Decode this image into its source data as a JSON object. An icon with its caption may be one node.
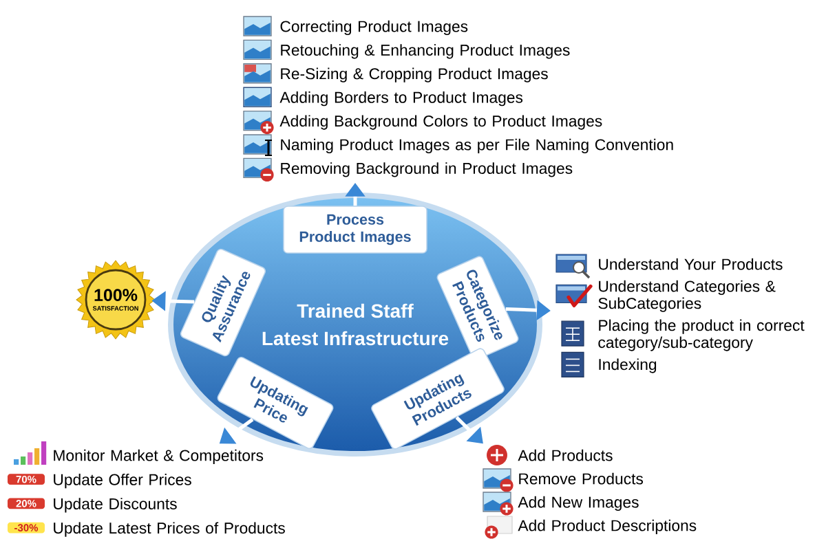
{
  "diagram": {
    "nodes": [
      {
        "text": [
          "Correcting Product Images",
          "Retouching & Enhancing Product Images",
          "Re-Sizing & Cropping Product Images",
          "Adding Borders to Product Images",
          "Adding Background Colors to Product Images",
          "Naming Product Images as per File Naming Convention",
          "Removing Background in Product Images"
        ]
      },
      {
        "text": [
          "Trained Staff",
          "Latest Infrastructure"
        ]
      },
      {
        "text": [
          "Process Product Images"
        ],
        "in": 1
      },
      {
        "text": [
          "Categorize Products"
        ],
        "in": 1
      },
      {
        "text": [
          "Updating Products"
        ],
        "in": 1
      },
      {
        "text": [
          "Updating Price"
        ],
        "in": 1
      },
      {
        "text": [
          "Quality Assurance"
        ],
        "in": 1
      },
      {
        "text": [
          "100%",
          "SATISFACTION"
        ]
      },
      {
        "text": [
          "Understand Your Products",
          "Understand Categories & SubCategories",
          "Placing the product in correct category/sub-category",
          "Indexing"
        ]
      },
      {
        "text": [
          "Monitor Market & Competitors",
          "Update Offer Prices",
          "Update Discounts",
          "Update Latest Prices of Products"
        ]
      },
      {
        "text": [
          "Add Products",
          "Remove Products",
          "Add New Images",
          "Add Product Descriptions"
        ]
      }
    ],
    "edges": [
      {
        "from": 2,
        "to": 0,
        "arrow": "to"
      },
      {
        "from": 3,
        "to": 8,
        "arrow": "to"
      },
      {
        "from": 4,
        "to": 10,
        "arrow": "to"
      },
      {
        "from": 5,
        "to": 9,
        "arrow": "to"
      },
      {
        "from": 6,
        "to": 7,
        "arrow": "to"
      }
    ],
    "labels": [
      "70%",
      "20%",
      "-30%"
    ]
  }
}
